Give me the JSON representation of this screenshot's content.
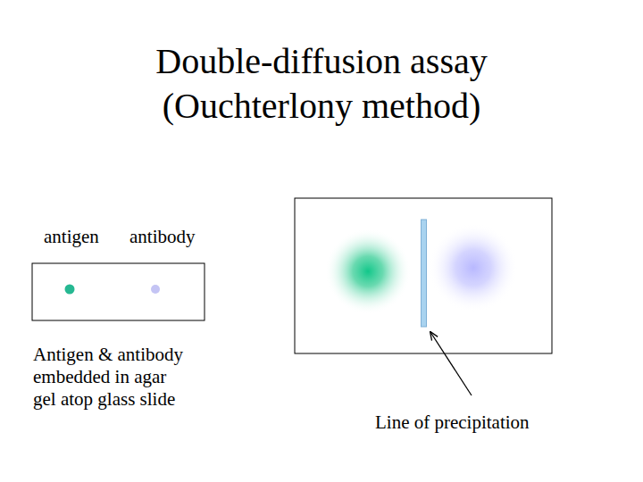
{
  "diagram": {
    "title": "Double-diffusion assay (Ouchterlony method)",
    "labels": [
      "antigen",
      "antibody",
      "Antigen & antibody embedded in agar gel atop glass slide",
      "Line of precipitation"
    ]
  }
}
